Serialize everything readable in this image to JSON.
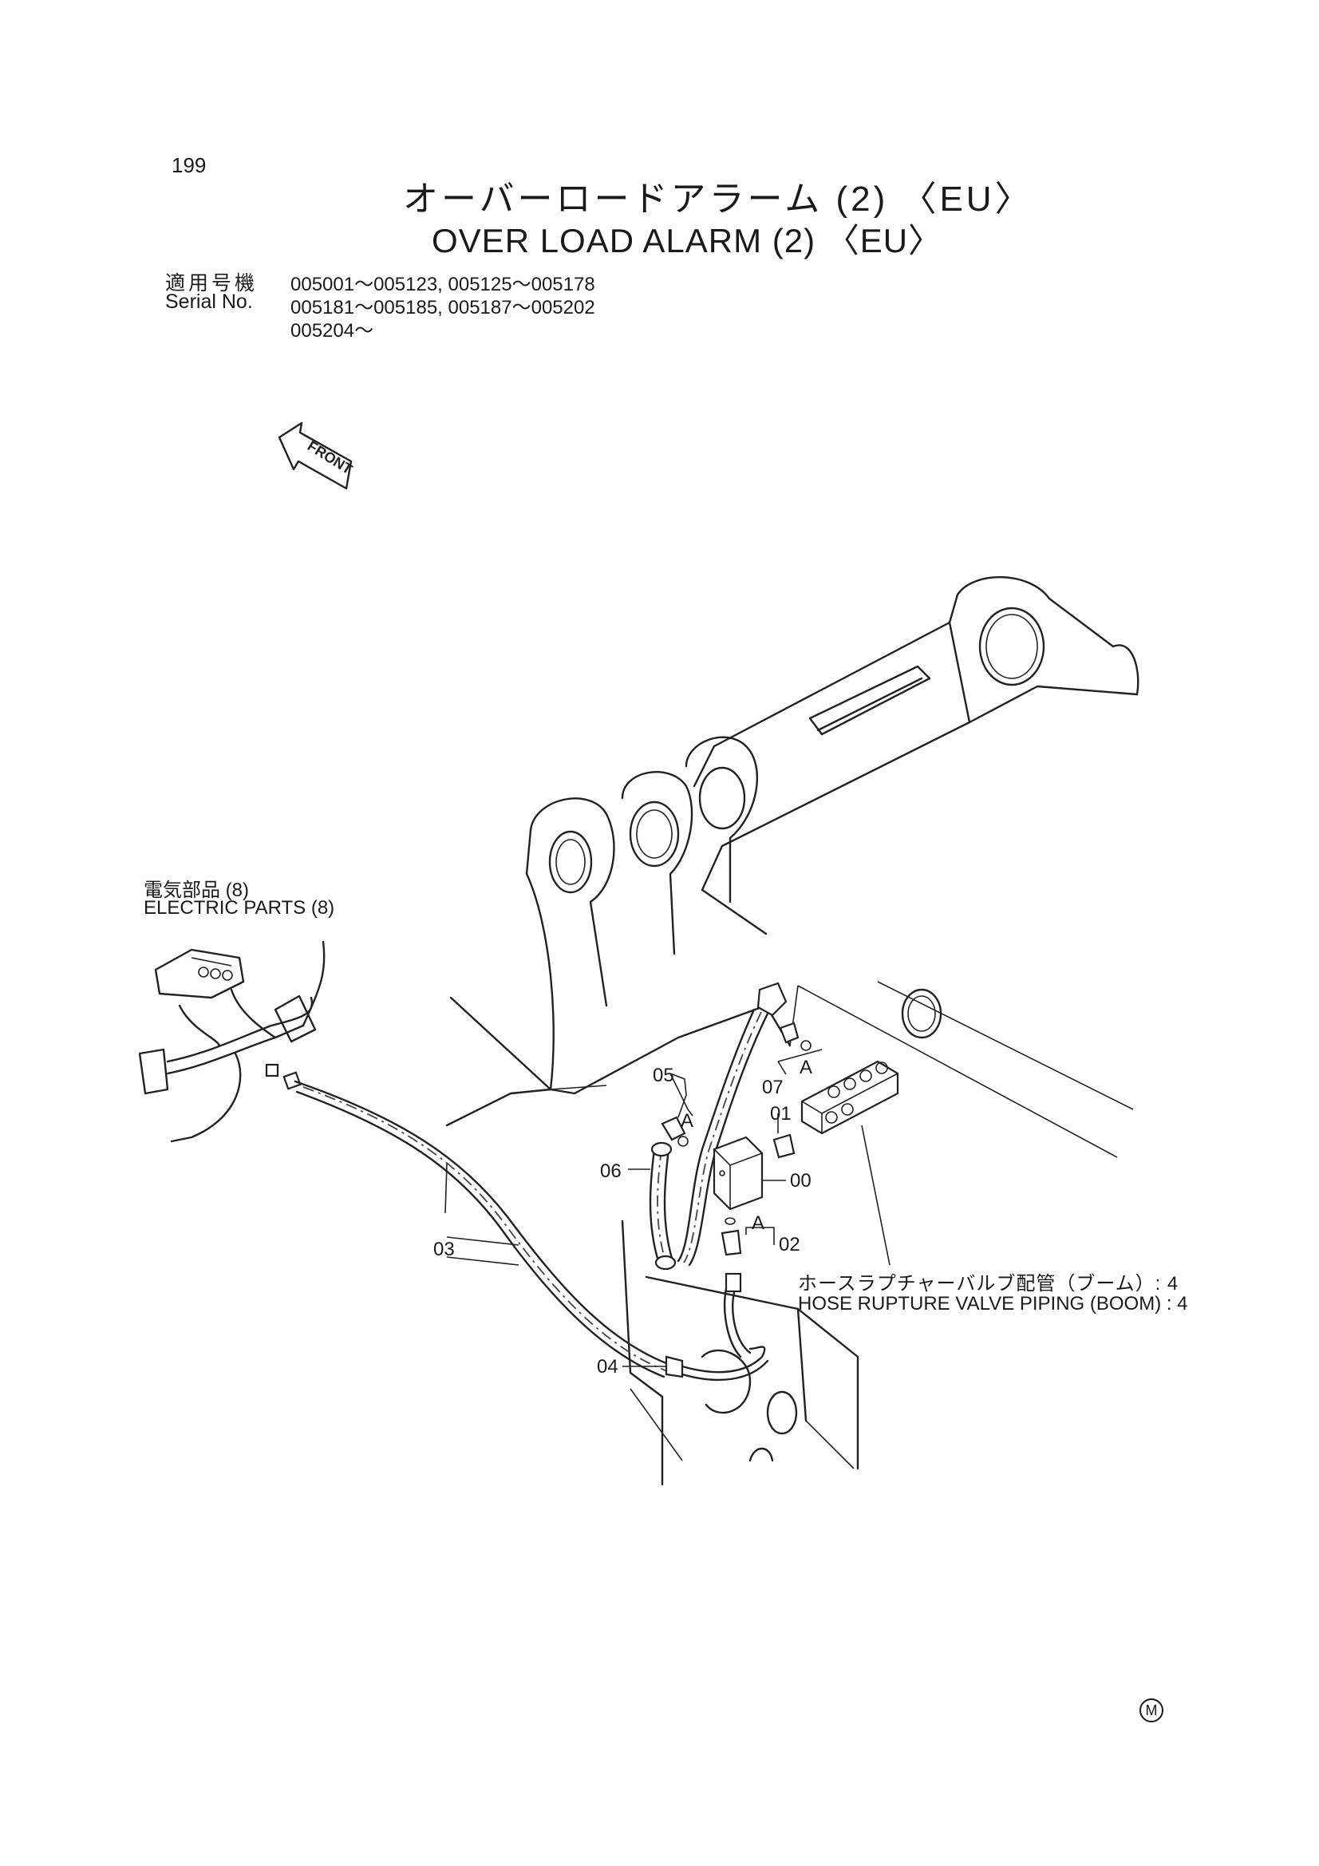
{
  "page_number": "199",
  "title_jp": "オーバーロードアラーム (2) 〈EU〉",
  "title_en": "OVER LOAD ALARM (2) 〈EU〉",
  "serial": {
    "label_jp": "適用号機",
    "label_en": "Serial No.",
    "lines": [
      "005001～005123, 005125～005178",
      "005181～005185, 005187～005202",
      "005204～"
    ]
  },
  "front_label": "FRONT",
  "references": {
    "electric_parts_jp": "電気部品 (8)",
    "electric_parts_en": "ELECTRIC PARTS (8)",
    "hose_piping_jp": "ホースラプチャーバルブ配管（ブーム）: 4",
    "hose_piping_en": "HOSE RUPTURE VALVE PIPING (BOOM) : 4"
  },
  "callouts": [
    "00",
    "01",
    "02",
    "03",
    "04",
    "05",
    "06",
    "07"
  ],
  "detail_marker": "A",
  "corner_mark": "M"
}
